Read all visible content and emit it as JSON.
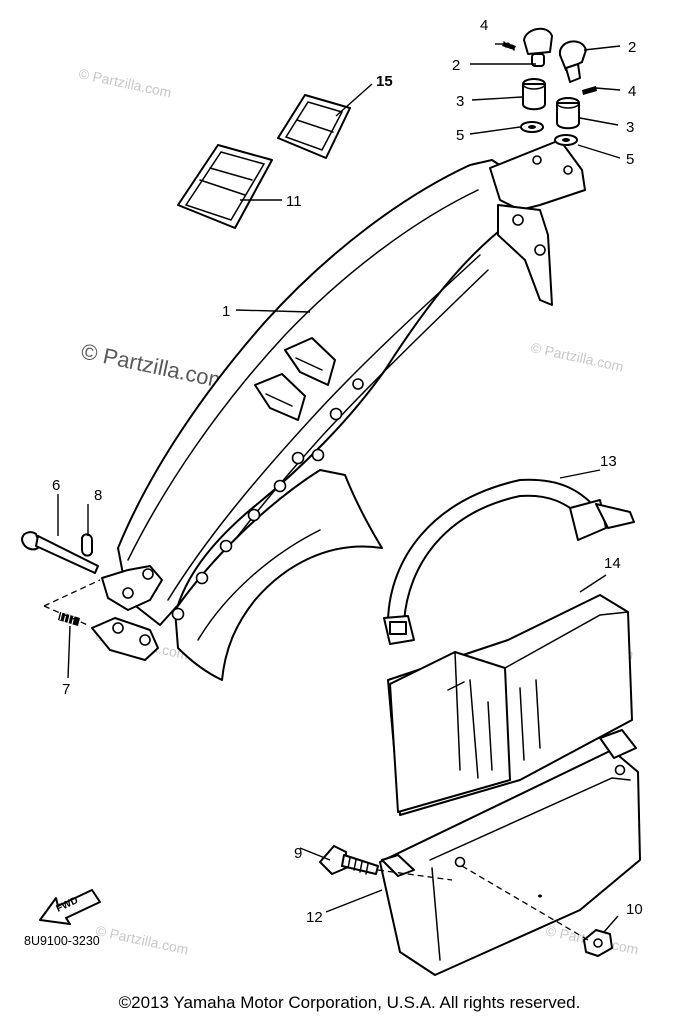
{
  "callouts": [
    "1",
    "2",
    "2",
    "3",
    "3",
    "4",
    "4",
    "5",
    "5",
    "6",
    "7",
    "8",
    "9",
    "10",
    "11",
    "12",
    "13",
    "14",
    "15"
  ],
  "watermark": "© Partzilla.com",
  "fwd_label": "FWD",
  "diagram_code": "8U9100-3230",
  "copyright": "©2013  Yamaha Motor Corporation, U.S.A. All rights reserved."
}
